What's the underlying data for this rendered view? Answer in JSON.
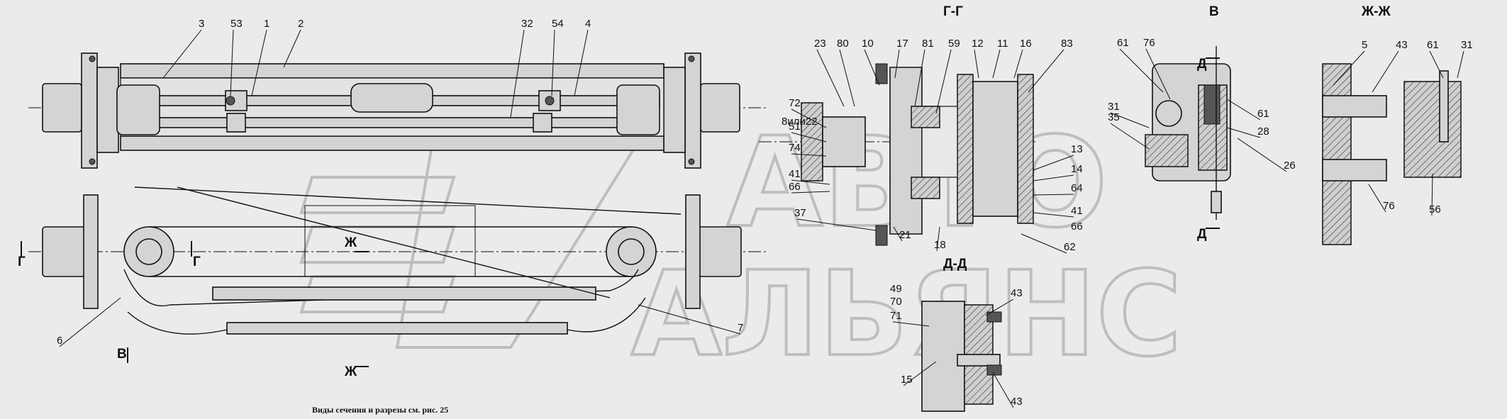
{
  "caption": "Виды сечения и разрезы см. рис. 25",
  "watermark": {
    "line1": "АВТО",
    "line2": "АЛЬЯНС"
  },
  "section_titles": [
    "Г-Г",
    "В",
    "Ж-Ж",
    "Д-Д"
  ],
  "cut_marks": [
    "Г",
    "Г",
    "Ж",
    "Ж",
    "В",
    "Д",
    "Д"
  ],
  "plan_view_callouts": [
    "3",
    "53",
    "1",
    "2",
    "32",
    "54",
    "4"
  ],
  "side_view_callouts": [
    "6",
    "7"
  ],
  "section_gg_callouts": [
    "23",
    "80",
    "10",
    "17",
    "81",
    "59",
    "12",
    "11",
    "16",
    "83",
    "72",
    "51",
    "8или22",
    "74",
    "41",
    "66",
    "37",
    "21",
    "18",
    "13",
    "14",
    "64",
    "41",
    "66",
    "62"
  ],
  "section_v_callouts": [
    "61",
    "76",
    "31",
    "35",
    "61",
    "28",
    "26"
  ],
  "section_zhzh_callouts": [
    "5",
    "43",
    "61",
    "31",
    "76",
    "56"
  ],
  "section_dd_callouts": [
    "49",
    "70",
    "71",
    "43",
    "15",
    "43"
  ]
}
